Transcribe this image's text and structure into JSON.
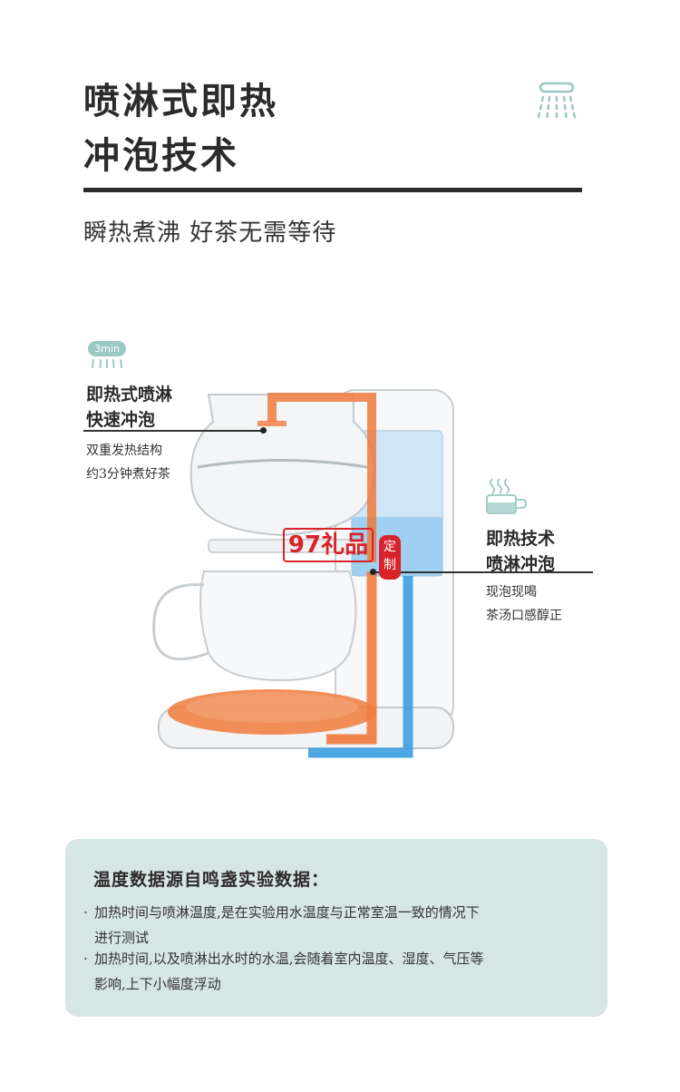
{
  "header": {
    "title_line1": "喷淋式即热",
    "title_line2": "冲泡技术",
    "subtitle": "瞬热煮沸 好茶无需等待",
    "icon": "shower-icon"
  },
  "callout_left": {
    "badge": "3min",
    "title_line1": "即热式喷淋",
    "title_line2": "快速冲泡",
    "desc_line1": "双重发热结构",
    "desc_line2": "约3分钟煮好茶"
  },
  "callout_right": {
    "icon": "tea-cup-icon",
    "title_line1": "即热技术",
    "title_line2": "喷淋冲泡",
    "desc_line1": "现泡现喝",
    "desc_line2": "茶汤口感醇正"
  },
  "watermark": {
    "brand": "97礼品",
    "stamp_line1": "定",
    "stamp_line2": "制"
  },
  "note": {
    "title": "温度数据源自鸣盏实验数据：",
    "items": [
      {
        "line1": "加热时间与喷淋温度,是在实验用水温度与正常室温一致的情况下",
        "line2": "进行测试"
      },
      {
        "line1": "加热时间,以及喷淋出水时的水温,会随着室内温度、湿度、气压等",
        "line2": "影响,上下小幅度浮动"
      }
    ]
  },
  "colors": {
    "accent_teal": "#9cc8c2",
    "note_bg": "#d6e6e4",
    "hot_orange": "#f07a3c",
    "cold_blue": "#3a9ee0",
    "watermark_red": "#d8232a"
  }
}
